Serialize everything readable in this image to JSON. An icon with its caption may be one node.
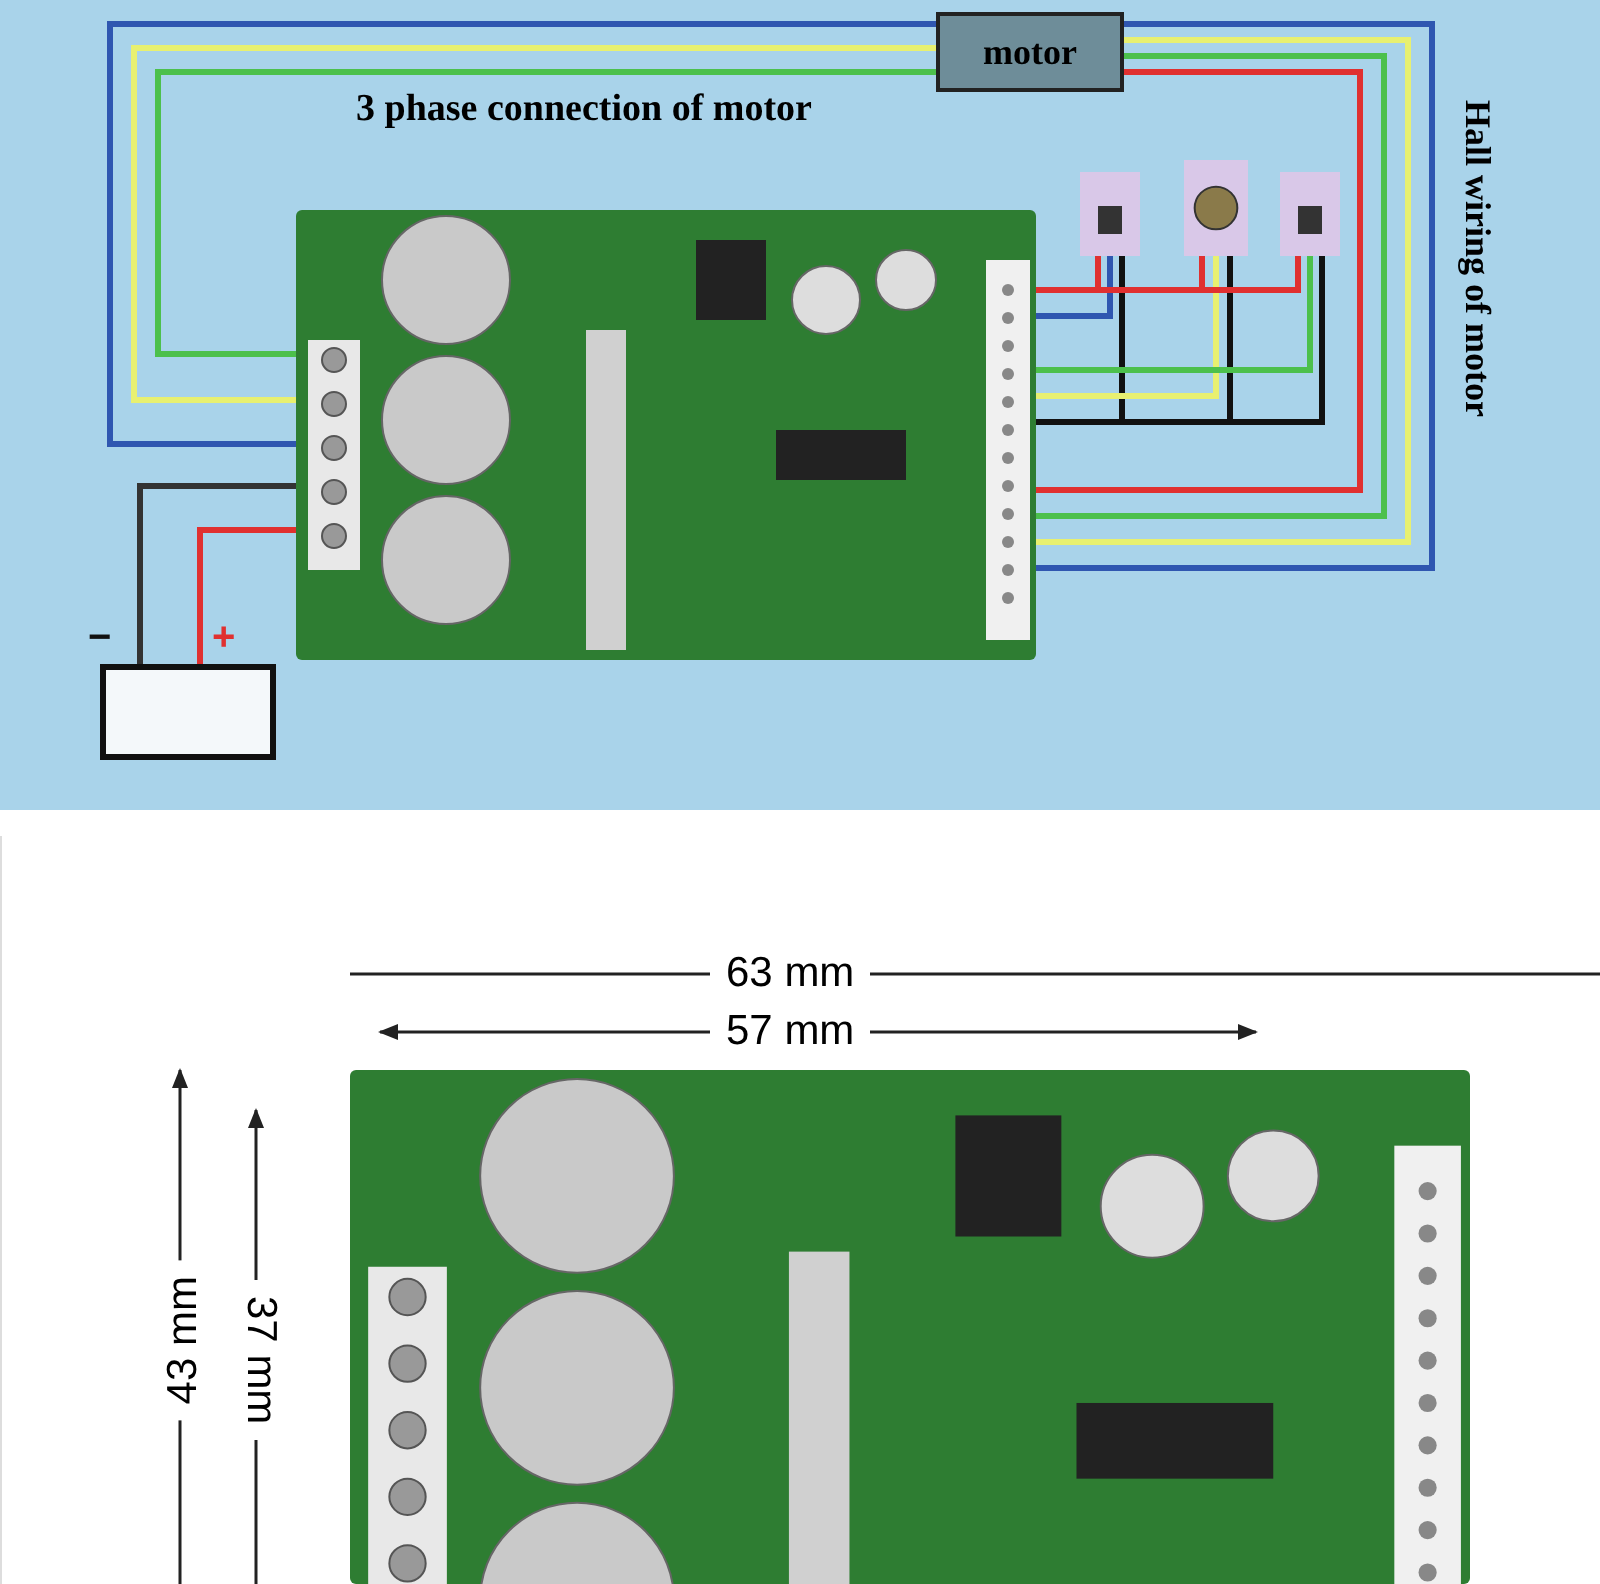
{
  "diagram": {
    "nodes": [
      {
        "text": [
          "motor"
        ]
      },
      {
        "text": [],
        "shape": "picture"
      },
      {
        "text": [],
        "shape": "box",
        "beside": [
          "−",
          "+"
        ]
      },
      {
        "text": [],
        "shape": "picture"
      },
      {
        "text": [],
        "shape": "picture"
      },
      {
        "text": [],
        "shape": "picture"
      },
      {
        "text": [],
        "shape": "picture"
      }
    ],
    "edges": [
      {
        "from": 0,
        "to": 1,
        "arrow": "none",
        "color": "#2f56b0"
      },
      {
        "from": 0,
        "to": 1,
        "arrow": "none",
        "color": "#e8f070"
      },
      {
        "from": 0,
        "to": 1,
        "arrow": "none",
        "color": "#4cc04c"
      },
      {
        "from": 0,
        "to": 1,
        "arrow": "none",
        "color": "#e03030"
      },
      {
        "from": 0,
        "to": 1,
        "arrow": "none",
        "color": "#4cc04c"
      },
      {
        "from": 0,
        "to": 1,
        "arrow": "none",
        "color": "#e8f070"
      },
      {
        "from": 0,
        "to": 1,
        "arrow": "none",
        "color": "#2f56b0"
      },
      {
        "from": 3,
        "to": 1,
        "arrow": "none",
        "color": "#e03030"
      },
      {
        "from": 3,
        "to": 1,
        "arrow": "none",
        "color": "#2f56b0"
      },
      {
        "from": 3,
        "to": 1,
        "arrow": "none",
        "color": "#111111"
      },
      {
        "from": 4,
        "to": 1,
        "arrow": "none",
        "color": "#e03030"
      },
      {
        "from": 4,
        "to": 1,
        "arrow": "none",
        "color": "#e8f070"
      },
      {
        "from": 4,
        "to": 1,
        "arrow": "none",
        "color": "#111111"
      },
      {
        "from": 5,
        "to": 1,
        "arrow": "none",
        "color": "#e03030"
      },
      {
        "from": 5,
        "to": 1,
        "arrow": "none",
        "color": "#4cc04c"
      },
      {
        "from": 5,
        "to": 1,
        "arrow": "none",
        "color": "#111111"
      },
      {
        "from": 2,
        "to": 1,
        "arrow": "none",
        "color": "#333333"
      },
      {
        "from": 2,
        "to": 1,
        "arrow": "none",
        "color": "#e03030"
      }
    ],
    "labels": [
      "3 phase connection of motor",
      "Hall wiring of motor",
      "63 mm",
      "57 mm",
      "43 mm",
      "37 mm"
    ]
  }
}
